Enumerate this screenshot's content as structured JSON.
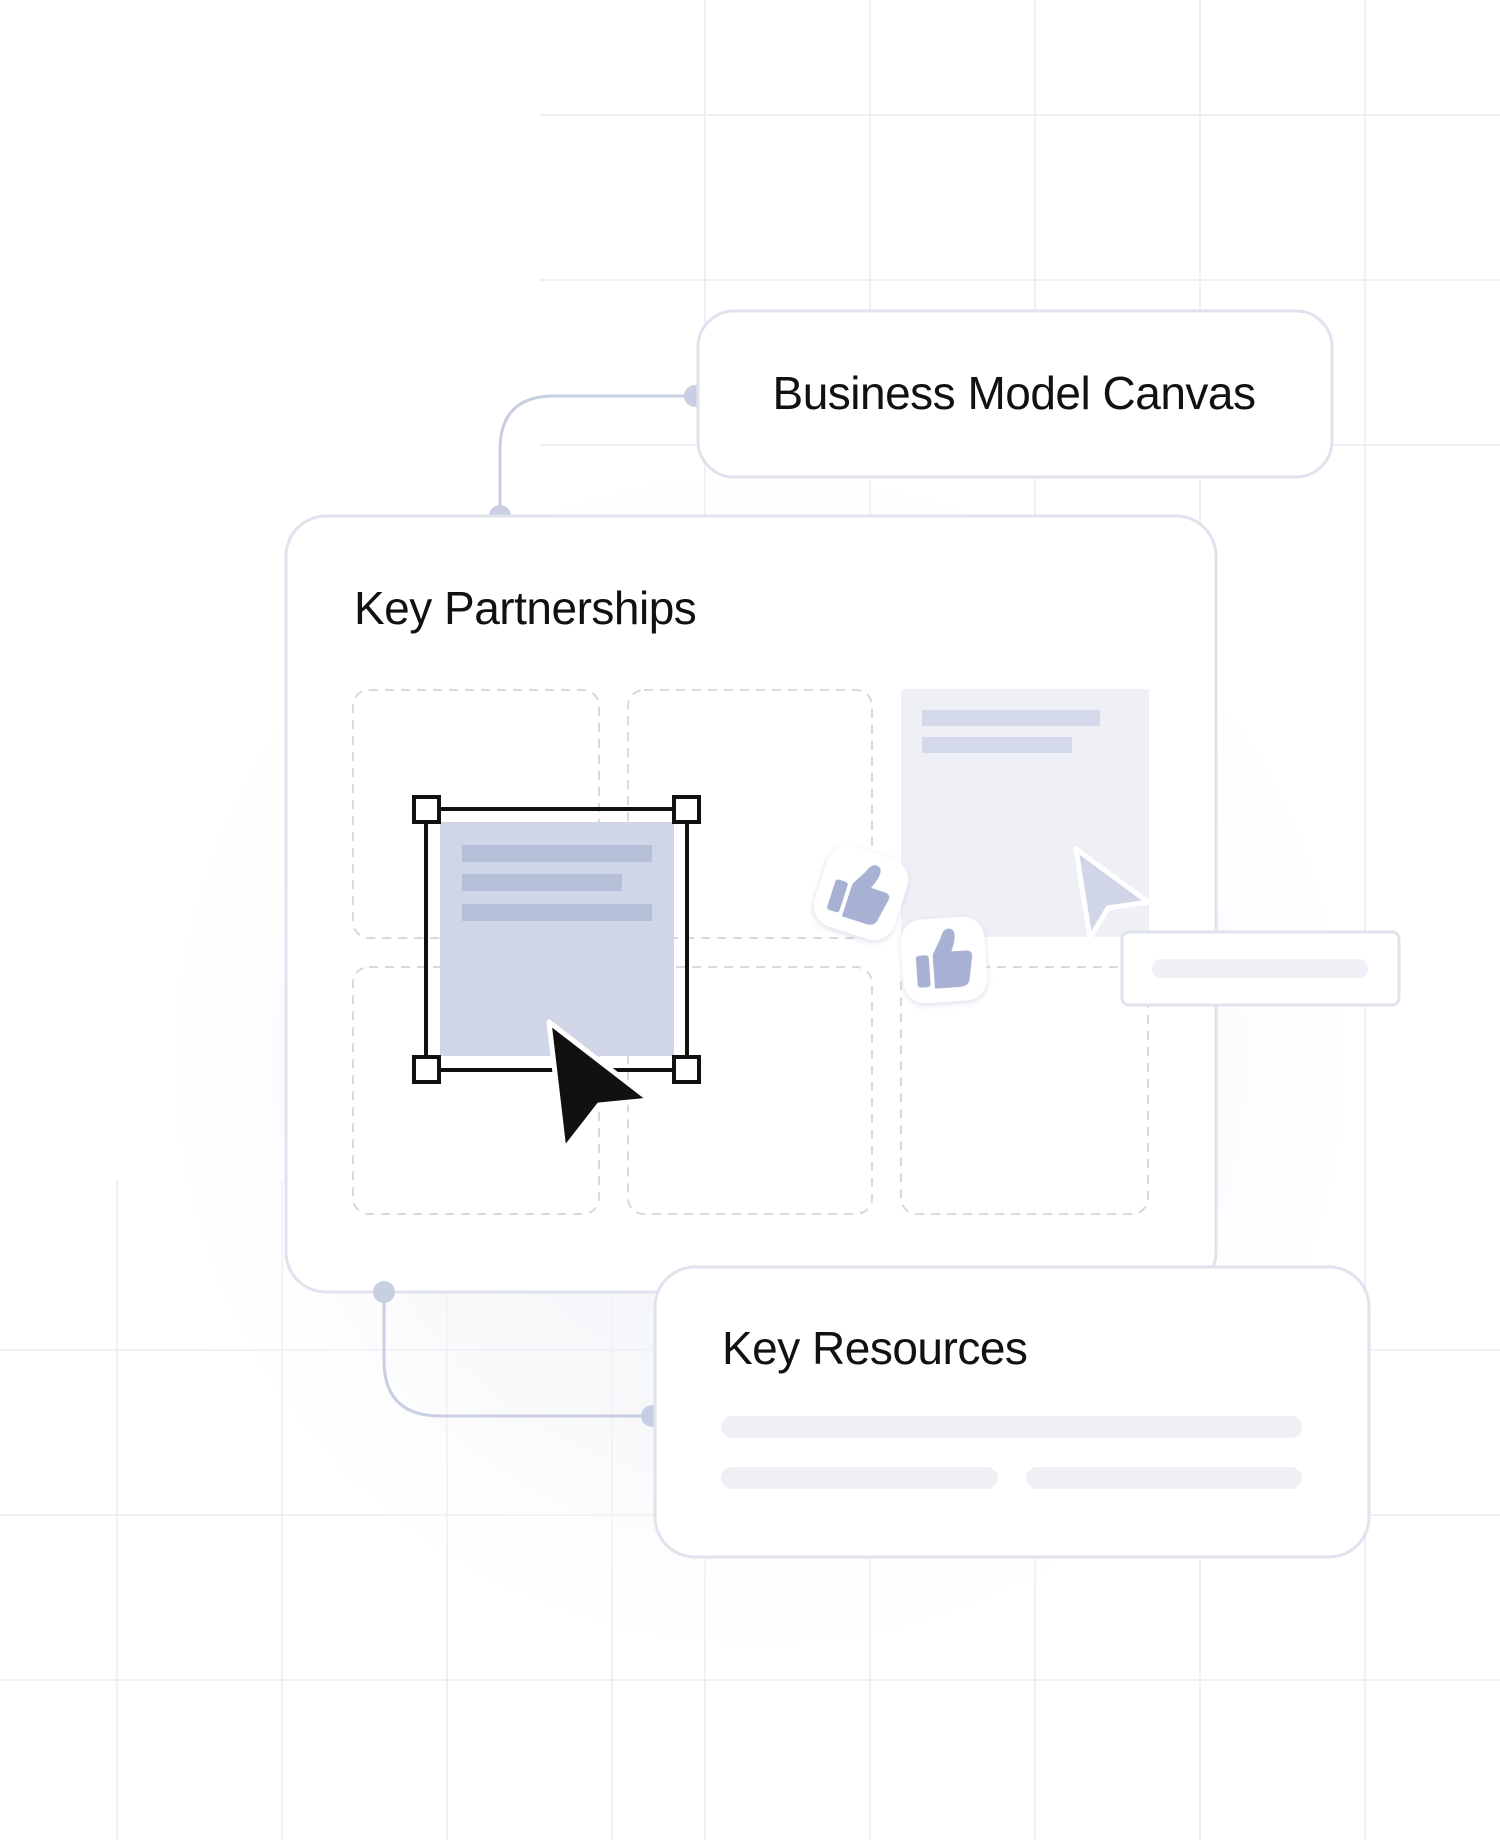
{
  "cards": {
    "business_model": {
      "title": "Business Model Canvas"
    },
    "key_partnerships": {
      "title": "Key Partnerships"
    },
    "key_resources": {
      "title": "Key Resources"
    }
  },
  "icons": {
    "reaction_1": "thumbs-up-icon",
    "reaction_2": "thumbs-up-icon",
    "cursor_main": "cursor-arrow-icon",
    "cursor_collaborator": "cursor-arrow-icon"
  },
  "colors": {
    "accent": "#a7b1d3",
    "selected_note": "#d0d6e8",
    "border": "#dfe3ee",
    "connector": "#c9cfe2",
    "cursor": "#111111"
  }
}
